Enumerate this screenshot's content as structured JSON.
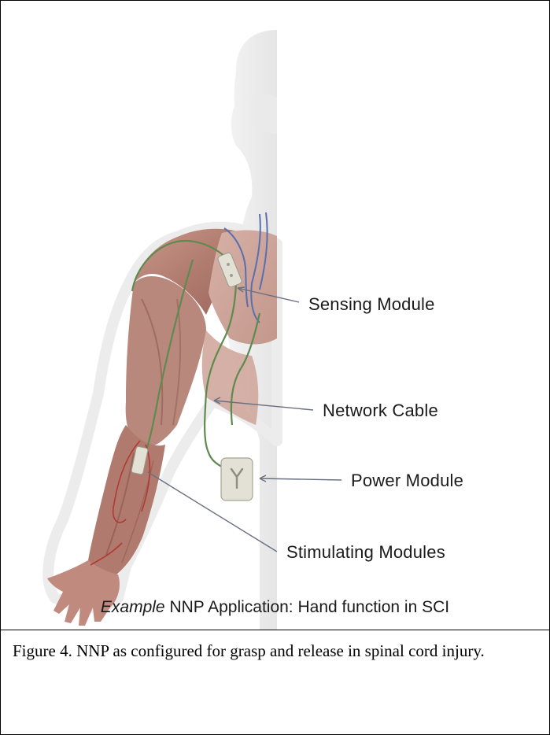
{
  "labels": {
    "sensing": "Sensing Module",
    "network": "Network Cable",
    "power": "Power Module",
    "stimulating": "Stimulating Modules"
  },
  "subtitle": {
    "italic": "Example",
    "rest": " NNP Application:  Hand function in SCI"
  },
  "caption": "Figure 4.  NNP as configured for grasp and release in spinal cord injury.",
  "colors": {
    "muscle": "#b9857a",
    "muscle_dark": "#8f5a50",
    "skin_outline": "#e6e6e6",
    "network_cable": "#5f8a4e",
    "sensing_cable": "#5a6fb0",
    "stim_lead": "#b03a32",
    "leader_line": "#6a7080",
    "module_fill": "#e3e1d6"
  }
}
